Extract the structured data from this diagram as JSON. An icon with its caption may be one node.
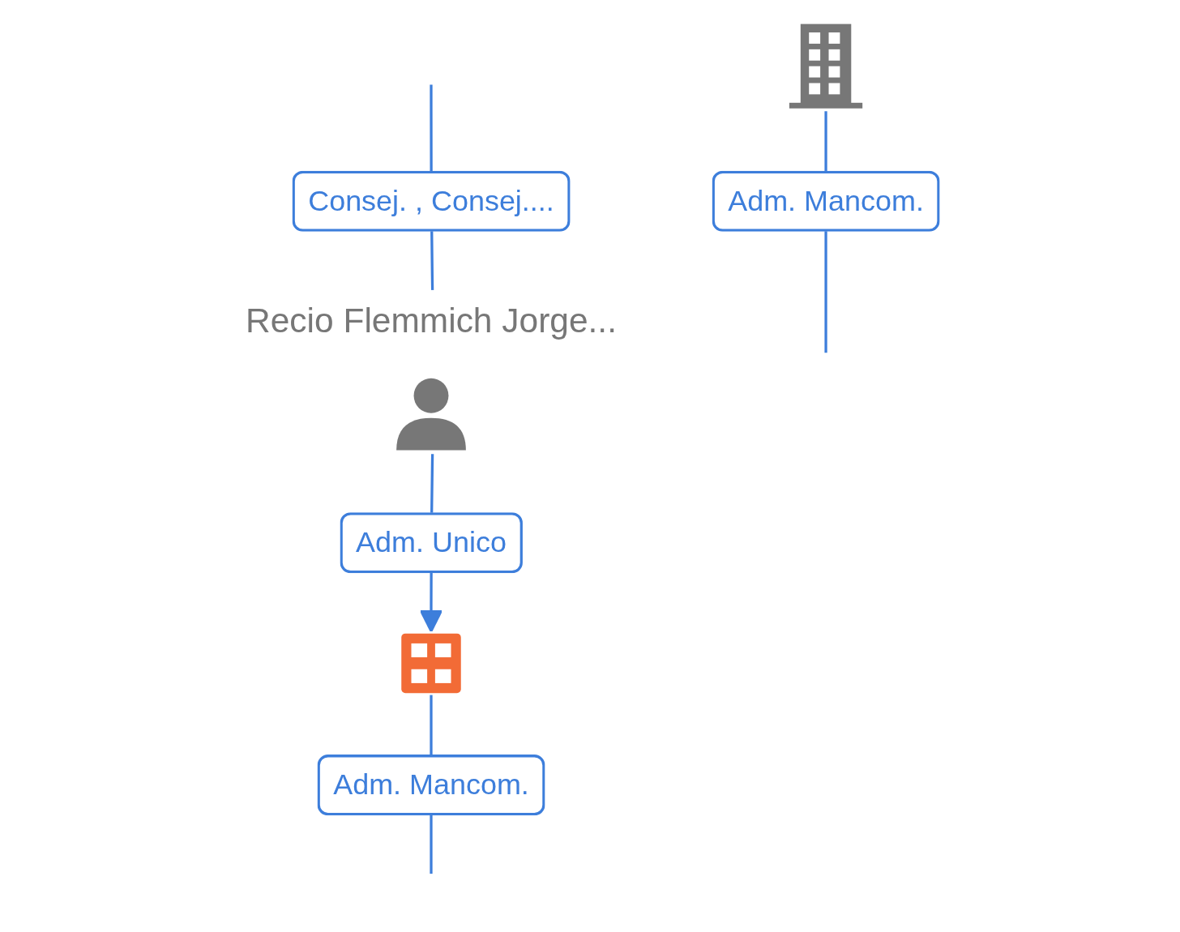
{
  "diagram": {
    "nodes": [
      {
        "text": [
          "Recio Flemmich Jorge..."
        ]
      },
      {
        "text": [],
        "shape": "picture"
      },
      {
        "text": [],
        "shape": "picture"
      }
    ],
    "edges": [
      {
        "from": null,
        "to": 0,
        "arrow": "none",
        "label": "Consej. , Consej...."
      },
      {
        "from": 0,
        "to": 2,
        "arrow": "to",
        "label": "Adm. Unico"
      },
      {
        "from": 1,
        "to": null,
        "arrow": "none",
        "label": "Adm. Mancom."
      },
      {
        "from": 2,
        "to": null,
        "arrow": "none",
        "label": "Adm. Mancom."
      }
    ]
  }
}
